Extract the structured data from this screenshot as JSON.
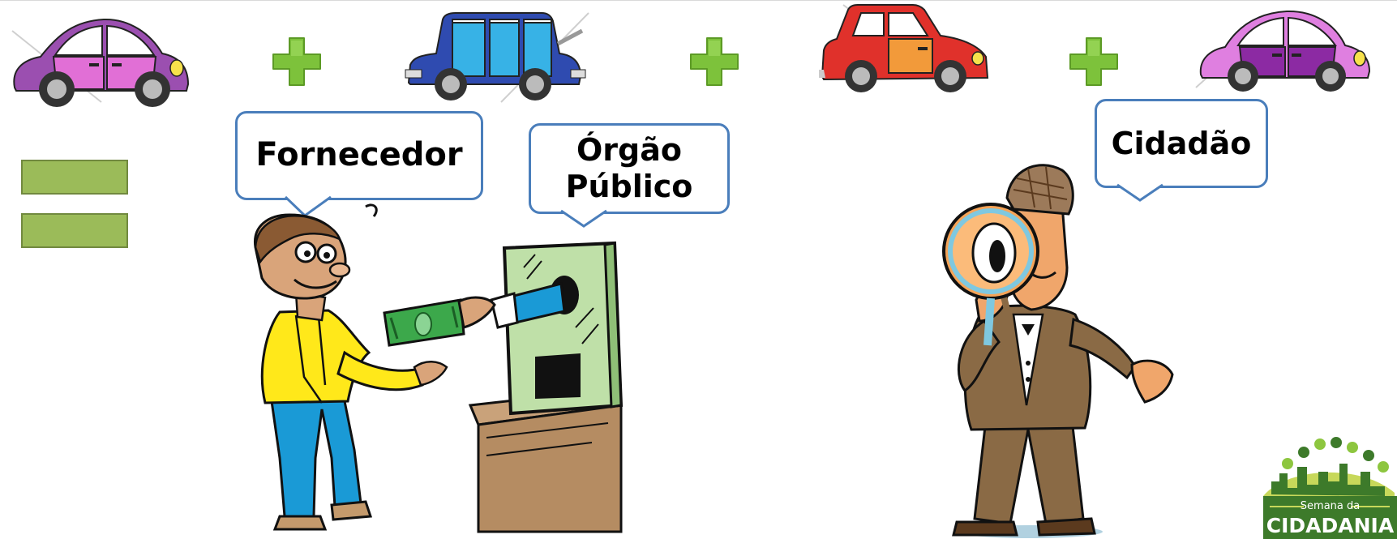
{
  "equation": {
    "cars": [
      {
        "name": "car-1",
        "body": "#9b4fb0",
        "door": "#e16fd6",
        "door2": "#e16fd6"
      },
      {
        "name": "car-2",
        "body": "#2f4bb0",
        "door": "#37b2e6",
        "door2": "#37b2e6"
      },
      {
        "name": "car-3",
        "body": "#e0312b",
        "door": "#f29a3a",
        "door2": "#e0312b"
      },
      {
        "name": "car-4",
        "body": "#df7fe0",
        "door": "#8c2aa3",
        "door2": "#8c2aa3"
      }
    ],
    "plus_color": "#7dc23b",
    "equals_color": "#9bbb59"
  },
  "bubbles": {
    "fornecedor": "Fornecedor",
    "orgao_line1": "Órgão",
    "orgao_line2": "Público",
    "cidadao": "Cidadão"
  },
  "logo": {
    "small_text": "Semana da",
    "big_text": "CIDADANIA",
    "color": "#3d7a2a"
  }
}
